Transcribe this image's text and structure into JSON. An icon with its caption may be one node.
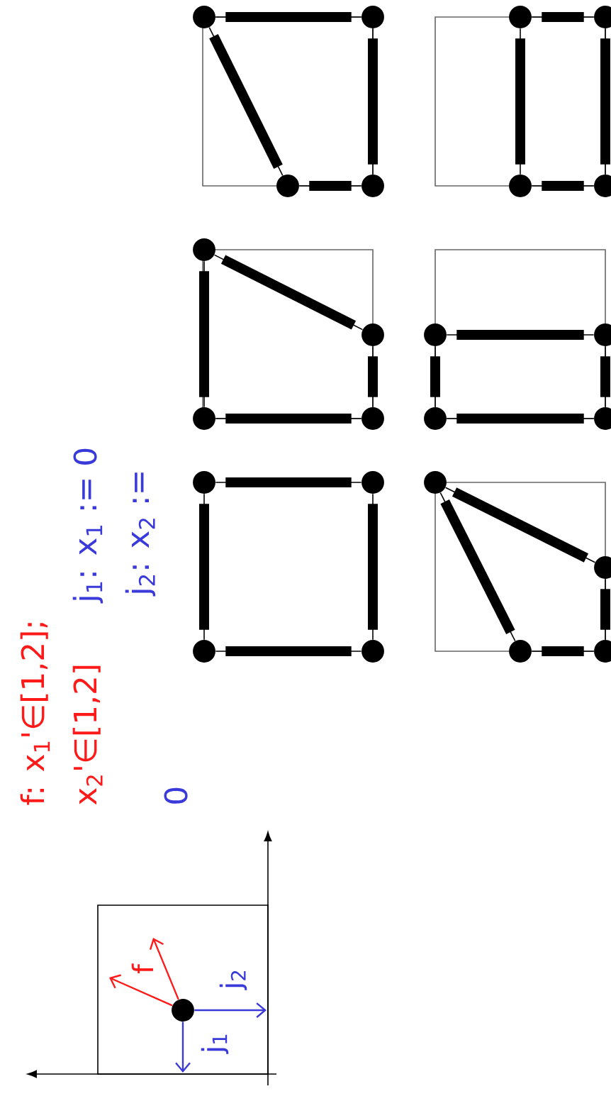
{
  "diagram": {
    "nodes": [
      {
        "text": [],
        "shape": "circle"
      },
      {
        "text": [],
        "shape": "circle"
      },
      {
        "text": [],
        "shape": "circle"
      },
      {
        "text": [],
        "shape": "circle"
      },
      {
        "text": [],
        "shape": "circle"
      },
      {
        "text": [],
        "shape": "circle"
      },
      {
        "text": [],
        "shape": "circle"
      },
      {
        "text": [],
        "shape": "circle"
      },
      {
        "text": [],
        "shape": "circle"
      },
      {
        "text": [],
        "shape": "circle"
      },
      {
        "text": [],
        "shape": "circle"
      },
      {
        "text": [],
        "shape": "circle"
      },
      {
        "text": [],
        "shape": "circle"
      },
      {
        "text": [],
        "shape": "circle"
      },
      {
        "text": [],
        "shape": "circle"
      },
      {
        "text": [],
        "shape": "circle"
      },
      {
        "text": [],
        "shape": "circle"
      },
      {
        "text": [],
        "shape": "circle"
      },
      {
        "text": [],
        "shape": "circle"
      },
      {
        "text": [],
        "shape": "circle"
      },
      {
        "text": [],
        "shape": "circle"
      },
      {
        "text": [],
        "shape": "circle"
      },
      {
        "text": [],
        "shape": "circle"
      },
      {
        "text": [],
        "shape": "circle"
      },
      {
        "text": [],
        "shape": "circle"
      }
    ],
    "edges": [
      {
        "from": 0,
        "to": 1,
        "arrow": "none"
      },
      {
        "from": 1,
        "to": 3,
        "arrow": "none"
      },
      {
        "from": 3,
        "to": 2,
        "arrow": "none"
      },
      {
        "from": 0,
        "to": 2,
        "arrow": "none"
      },
      {
        "from": 4,
        "to": 5,
        "arrow": "none"
      },
      {
        "from": 5,
        "to": 7,
        "arrow": "none"
      },
      {
        "from": 7,
        "to": 6,
        "arrow": "none"
      },
      {
        "from": 4,
        "to": 6,
        "arrow": "none"
      },
      {
        "from": 8,
        "to": 9,
        "arrow": "none"
      },
      {
        "from": 9,
        "to": 11,
        "arrow": "none"
      },
      {
        "from": 11,
        "to": 10,
        "arrow": "none"
      },
      {
        "from": 10,
        "to": 8,
        "arrow": "none"
      },
      {
        "from": 12,
        "to": 13,
        "arrow": "none"
      },
      {
        "from": 12,
        "to": 14,
        "arrow": "none"
      },
      {
        "from": 14,
        "to": 15,
        "arrow": "none"
      },
      {
        "from": 13,
        "to": 15,
        "arrow": "none"
      },
      {
        "from": 16,
        "to": 17,
        "arrow": "none"
      },
      {
        "from": 17,
        "to": 19,
        "arrow": "none"
      },
      {
        "from": 19,
        "to": 18,
        "arrow": "none"
      },
      {
        "from": 16,
        "to": 18,
        "arrow": "none"
      },
      {
        "from": 20,
        "to": 21,
        "arrow": "none"
      },
      {
        "from": 21,
        "to": 23,
        "arrow": "none"
      },
      {
        "from": 23,
        "to": 22,
        "arrow": "none"
      },
      {
        "from": 20,
        "to": 22,
        "arrow": "none"
      }
    ],
    "labels": [
      "f: x$_{1}$'∈[1,2];",
      "x$_{2}$'∈[1,2]",
      "j$_{1}$: x$_{1}$ := 0",
      "j$_{2}$: x$_{2}$ :=",
      "0",
      "f",
      "j$_{1}$",
      "j$_{2}$"
    ]
  }
}
